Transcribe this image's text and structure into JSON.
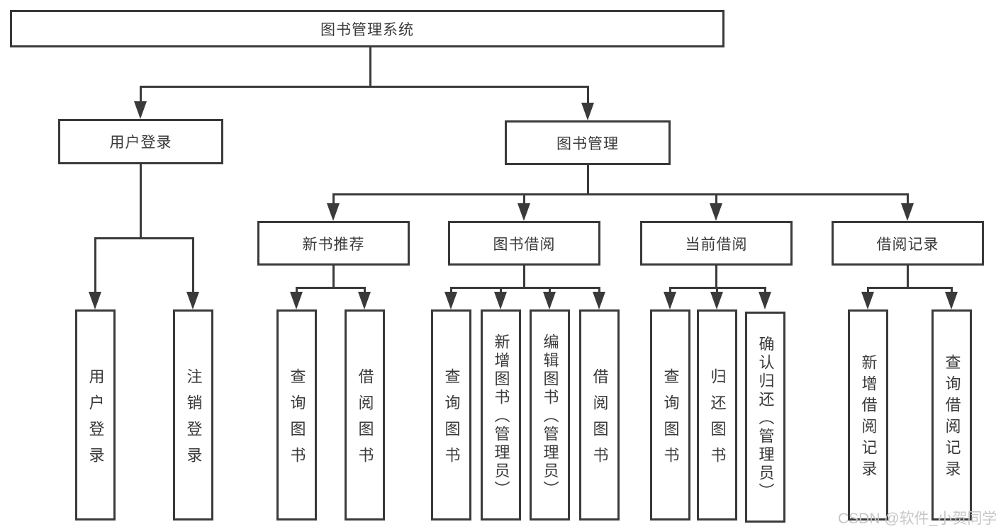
{
  "watermark": "CSDN @软件_小贺同学",
  "colors": {
    "line": "#3a3a3a",
    "text": "#3a3a3a",
    "background": "#ffffff",
    "watermark": "#c6c6c6"
  },
  "tree": {
    "label": "图书管理系统",
    "children": [
      {
        "label": "用户登录",
        "children": [
          {
            "label": "用户登录"
          },
          {
            "label": "注销登录"
          }
        ]
      },
      {
        "label": "图书管理",
        "children": [
          {
            "label": "新书推荐",
            "children": [
              {
                "label": "查询图书"
              },
              {
                "label": "借阅图书"
              }
            ]
          },
          {
            "label": "图书借阅",
            "children": [
              {
                "label": "查询图书"
              },
              {
                "label": "新增图书（管理员）"
              },
              {
                "label": "编辑图书（管理员）"
              },
              {
                "label": "借阅图书"
              }
            ]
          },
          {
            "label": "当前借阅",
            "children": [
              {
                "label": "查询图书"
              },
              {
                "label": "归还图书"
              },
              {
                "label": "确认归还（管理员）"
              }
            ]
          },
          {
            "label": "借阅记录",
            "children": [
              {
                "label": "新增借阅记录"
              },
              {
                "label": "查询借阅记录"
              }
            ]
          }
        ]
      }
    ]
  }
}
